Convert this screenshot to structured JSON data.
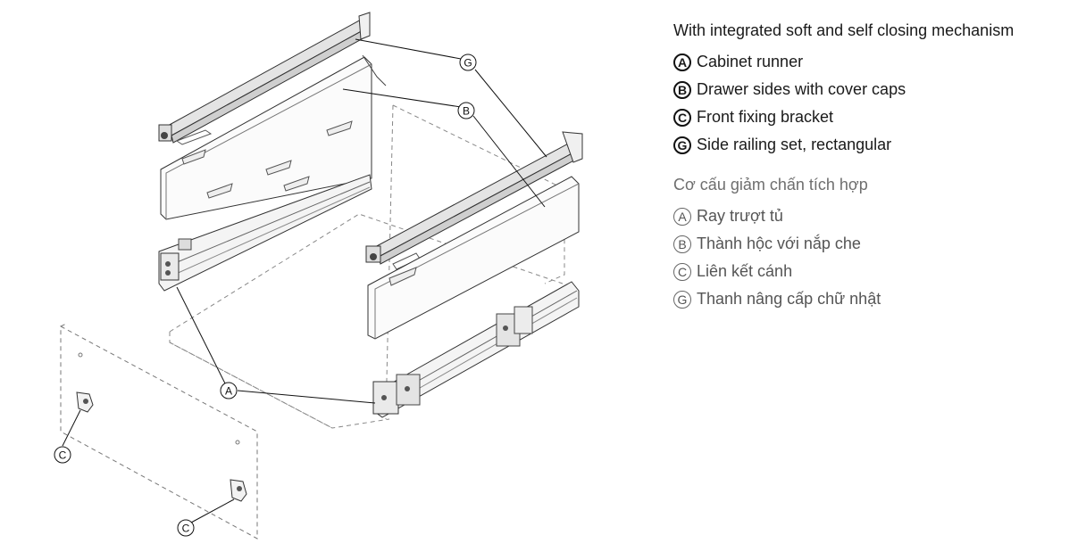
{
  "callouts": {
    "A": "A",
    "B": "B",
    "C": "C",
    "G": "G"
  },
  "legend_en": {
    "title": "With integrated soft and self closing mechanism",
    "items": [
      {
        "badge": "A",
        "label": "Cabinet runner"
      },
      {
        "badge": "B",
        "label": "Drawer sides with cover caps"
      },
      {
        "badge": "C",
        "label": "Front fixing bracket"
      },
      {
        "badge": "G",
        "label": "Side railing set, rectangular"
      }
    ]
  },
  "legend_vi": {
    "title": "Cơ cấu giảm chấn tích hợp",
    "items": [
      {
        "badge": "A",
        "label": "Ray trượt tủ"
      },
      {
        "badge": "B",
        "label": "Thành hộc với nắp che"
      },
      {
        "badge": "C",
        "label": "Liên kết cánh"
      },
      {
        "badge": "G",
        "label": "Thanh nâng cấp chữ nhật"
      }
    ]
  }
}
